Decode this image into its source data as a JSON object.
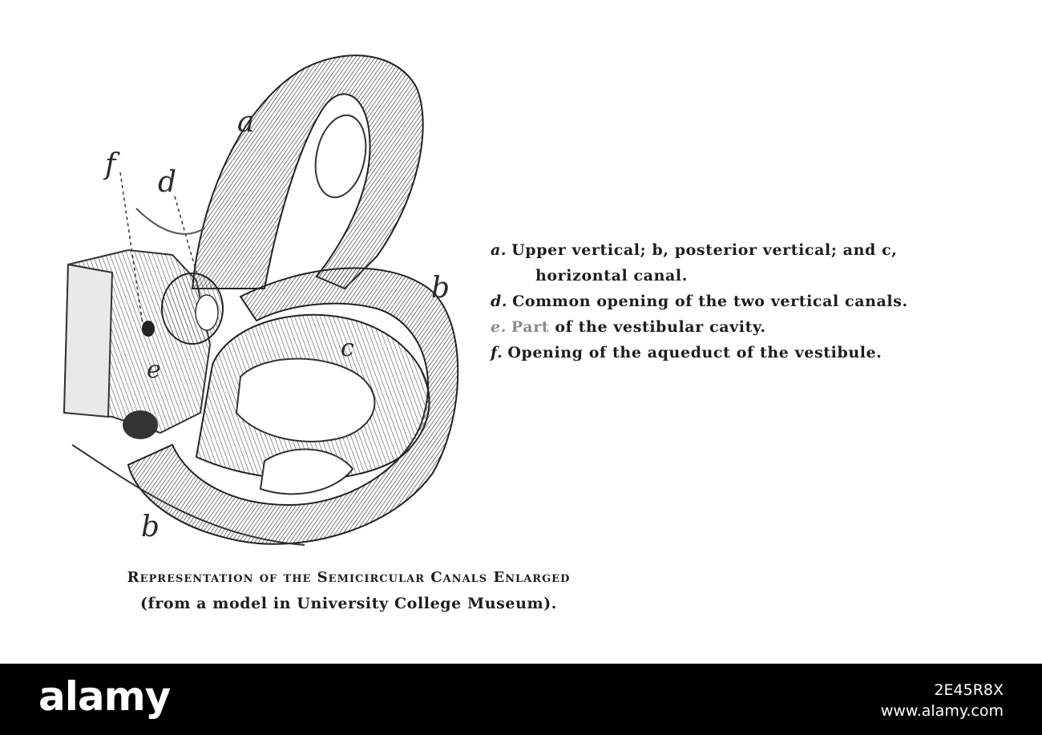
{
  "figure": {
    "labels": {
      "a": "a",
      "b_right": "b",
      "b_bottom": "b",
      "c": "c",
      "d": "d",
      "e": "e",
      "f": "f"
    }
  },
  "legend": [
    {
      "key": "a.",
      "text": "Upper vertical; b, posterior vertical; and c,",
      "cont": "horizontal canal."
    },
    {
      "key": "d.",
      "text": "Common opening of the two vertical canals."
    },
    {
      "key": "e.",
      "part": "Part",
      "text": "of the vestibular cavity."
    },
    {
      "key": "f.",
      "text": "Opening of the aqueduct of the vestibule."
    }
  ],
  "caption": {
    "title": "Representation of the Semicircular Canals Enlarged",
    "subtitle": "(from a model in University College Museum)."
  },
  "footer": {
    "logo_text": "alamy",
    "image_id": "2E45R8X",
    "site": "www.alamy.com"
  }
}
